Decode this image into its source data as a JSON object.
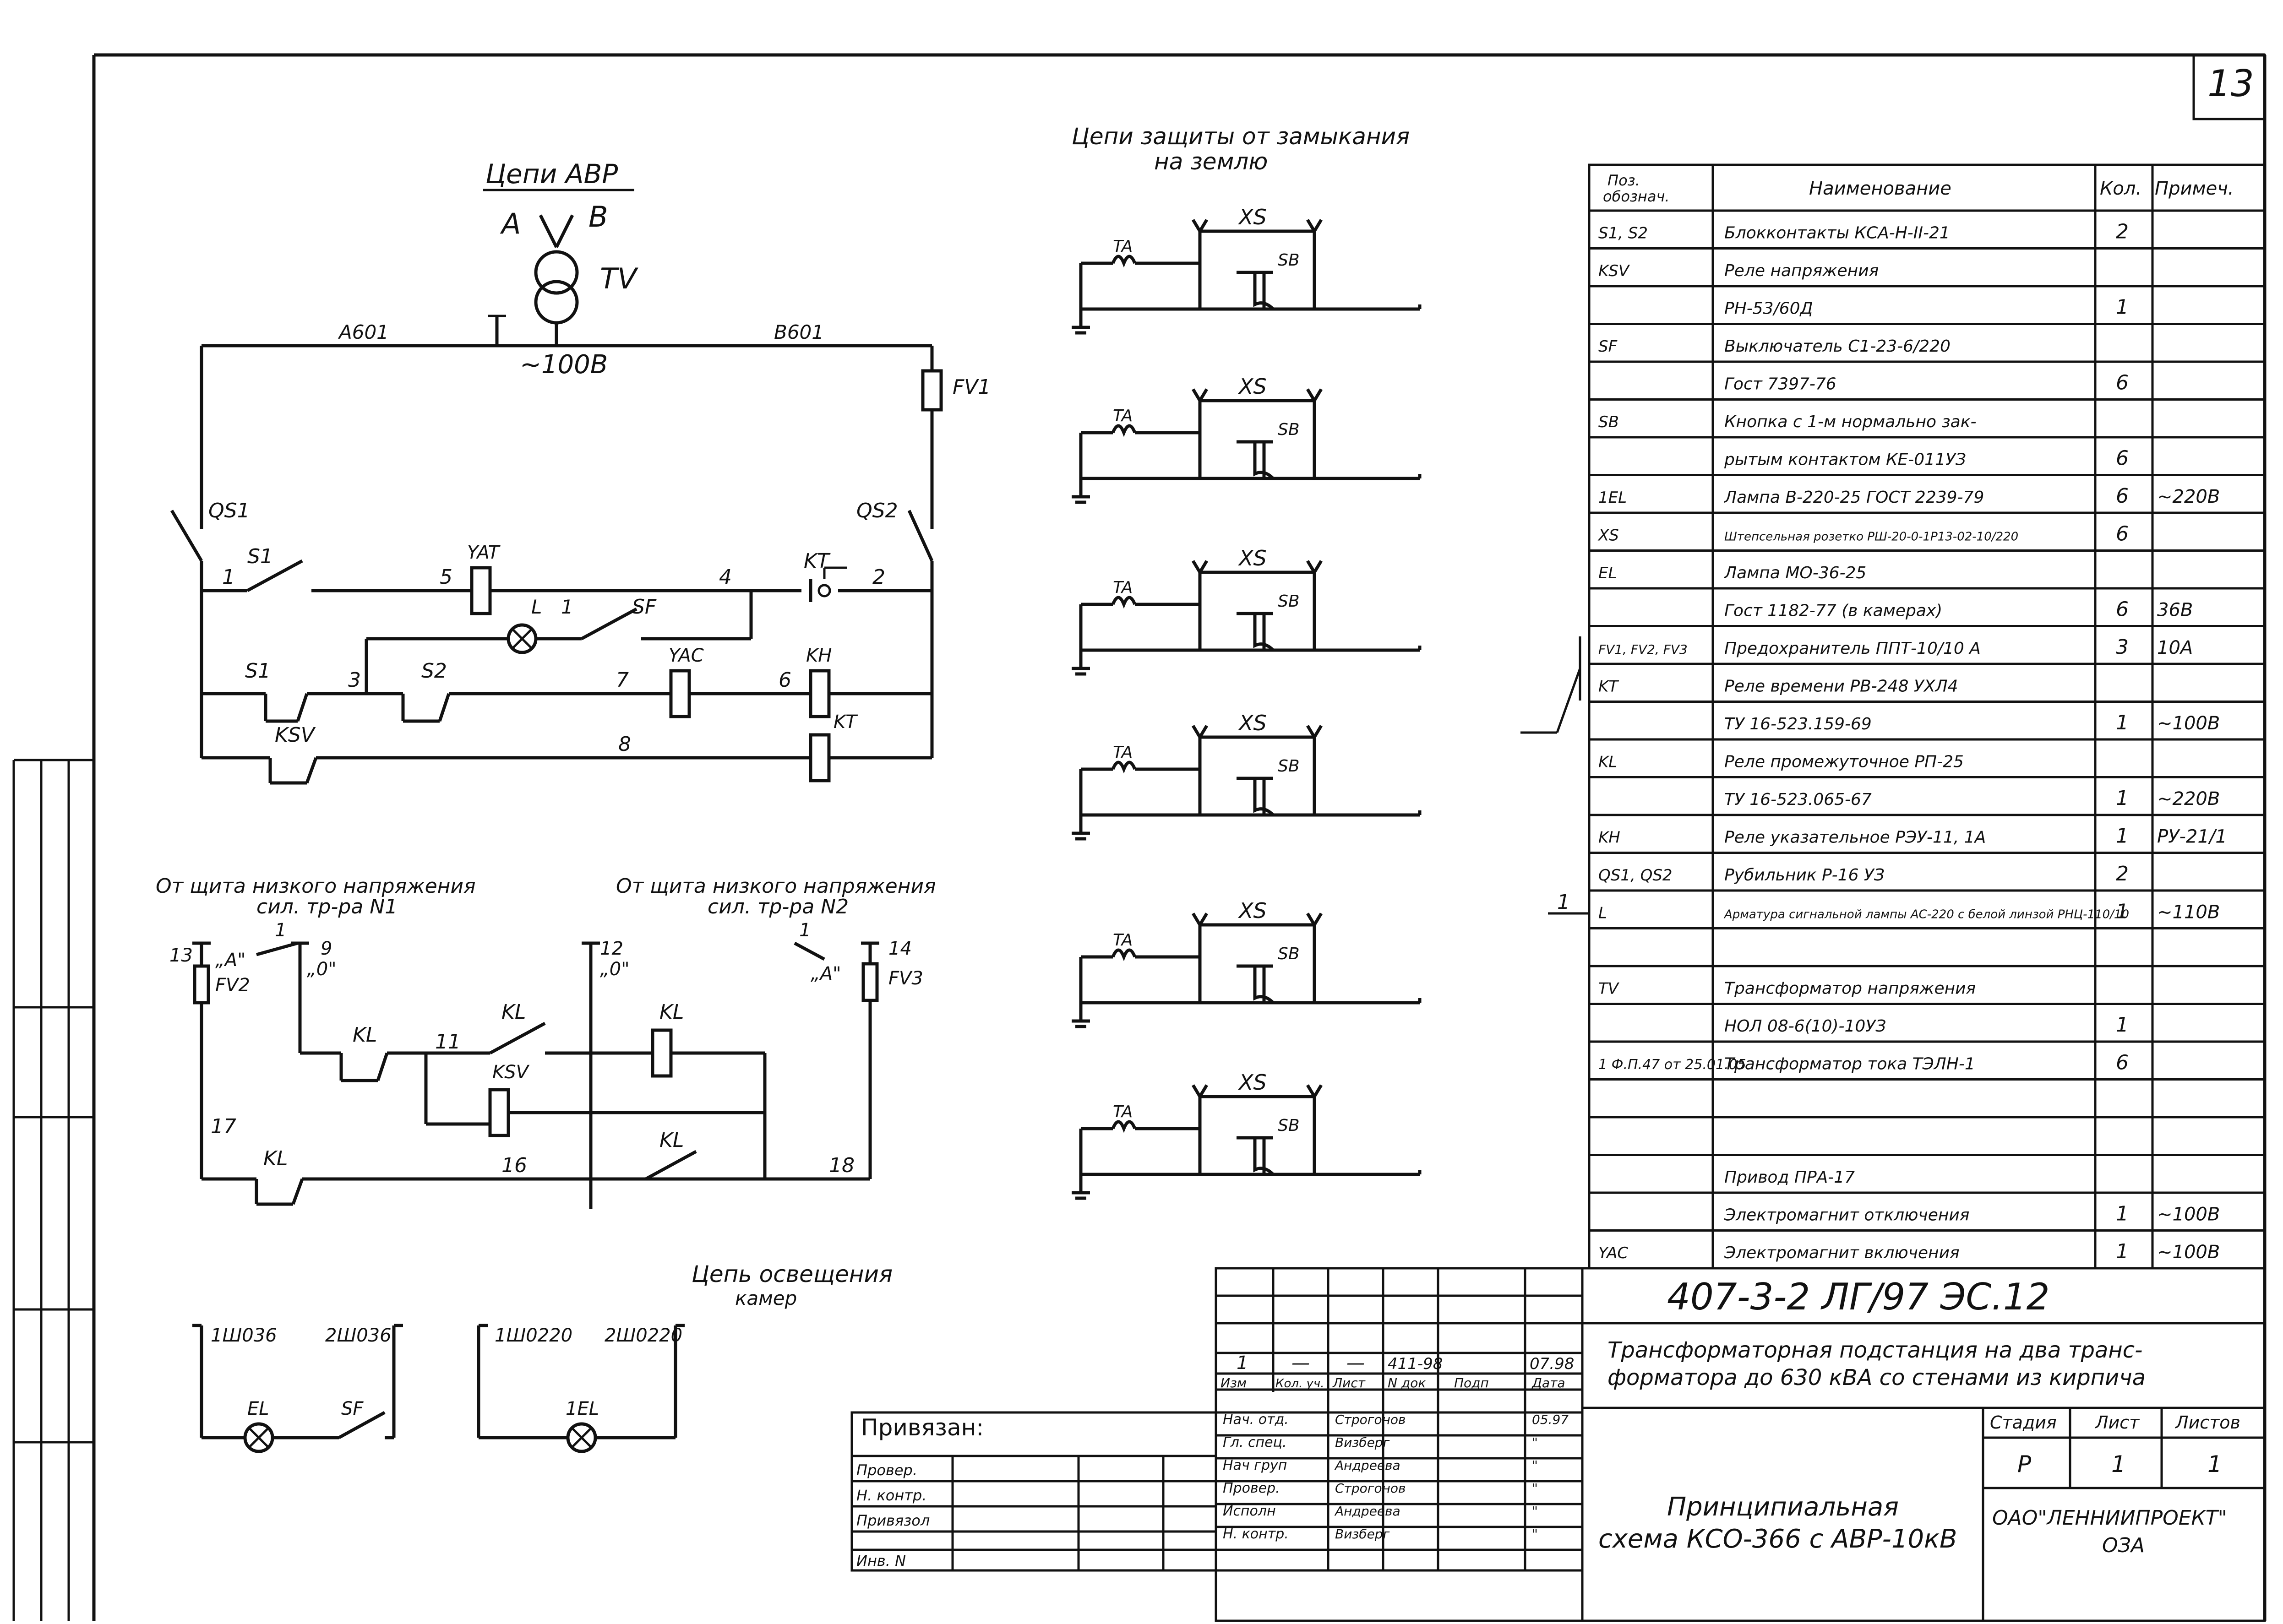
{
  "sheet_number": "13",
  "avr": {
    "title": "Цепи АВР",
    "phase_a": "А",
    "phase_b": "В",
    "tv": "TV",
    "voltage": "~100В",
    "wire_a": "А601",
    "wire_b": "В601",
    "fv1": "FV1",
    "qs1": "QS1",
    "qs2": "QS2",
    "s1_top": "S1",
    "s1_bot": "S1",
    "s2": "S2",
    "yat": "YAT",
    "yac": "YAC",
    "kt_top": "KT",
    "kt_bot": "KT",
    "kh": "KH",
    "ksv": "KSV",
    "sf": "SF",
    "lamp_l": "L",
    "n1": "1",
    "n2": "2",
    "n3": "3",
    "n4": "4",
    "n5": "5",
    "n6": "6",
    "n7": "7",
    "n8": "8",
    "note_1": "1"
  },
  "earth": {
    "title_line1": "Цепи защиты от замыкания",
    "title_line2": "на землю",
    "ta": "TA",
    "xs": "XS",
    "sb": "SB"
  },
  "low_voltage": {
    "title1_line1": "От щита низкого напряжения",
    "title1_line2": "сил. тр-ра N1",
    "title2_line1": "От щита низкого напряжения",
    "title2_line2": "сил. тр-ра N2",
    "fv2": "FV2",
    "fv3": "FV3",
    "a1": "„А\"",
    "a2": "„А\"",
    "o1": "„0\"",
    "o2": "„0\"",
    "kl1": "KL",
    "kl2": "KL",
    "kl3": "KL",
    "kl4": "KL",
    "kl5": "KL",
    "ksv": "KSV",
    "n9": "9",
    "n11": "11",
    "n12": "12",
    "n13": "13",
    "n14": "14",
    "n16": "16",
    "n17": "17",
    "n18": "18",
    "note_1a": "1",
    "note_1b": "1"
  },
  "lighting": {
    "title_line1": "Цепь освещения",
    "title_line2": "камер",
    "w1": "1Ш036",
    "w2": "2Ш036",
    "w3": "1Ш0220",
    "w4": "2Ш0220",
    "el": "EL",
    "sf": "SF",
    "iel": "1EL"
  },
  "spec_table": {
    "headers": [
      "Поз. обознач.",
      "Наименование",
      "Кол.",
      "Примеч."
    ],
    "rows": [
      [
        "S1, S2",
        "Блокконтакты КСА-Н-II-21",
        "2",
        ""
      ],
      [
        "KSV",
        "Реле напряжения",
        "",
        ""
      ],
      [
        "",
        "РН-53/60Д",
        "1",
        ""
      ],
      [
        "SF",
        "Выключатель С1-23-6/220",
        "",
        ""
      ],
      [
        "",
        "Гост 7397-76",
        "6",
        ""
      ],
      [
        "SB",
        "Кнопка с 1-м нормально зак-",
        "",
        ""
      ],
      [
        "",
        "рытым контактом КЕ-011УЗ",
        "6",
        ""
      ],
      [
        "1EL",
        "Лампа В-220-25 ГОСТ 2239-79",
        "6",
        "~220В"
      ],
      [
        "XS",
        "Штепсельная розетко РШ-20-0-1Р13-02-10/220",
        "6",
        ""
      ],
      [
        "EL",
        "Лампа МО-36-25",
        "",
        ""
      ],
      [
        "",
        "Гост 1182-77 (в камерах)",
        "6",
        "36В"
      ],
      [
        "FV1, FV2, FV3",
        "Предохранитель ППТ-10/10 А",
        "3",
        "10А"
      ],
      [
        "KT",
        "Реле времени РВ-248 УХЛ4",
        "",
        ""
      ],
      [
        "",
        "ТУ 16-523.159-69",
        "1",
        "~100В"
      ],
      [
        "KL",
        "Реле промежуточное РП-25",
        "",
        ""
      ],
      [
        "",
        "ТУ 16-523.065-67",
        "1",
        "~220В"
      ],
      [
        "KH",
        "Реле указательное РЭУ-11, 1А",
        "1",
        "РУ-21/1"
      ],
      [
        "QS1, QS2",
        "Рубильник Р-16 УЗ",
        "2",
        ""
      ],
      [
        "L",
        "Арматура сигнальной лампы АС-220 с белой линзой РНЦ-110/10",
        "1",
        "~110В"
      ],
      [
        "",
        "",
        "",
        ""
      ],
      [
        "TV",
        "Трансформатор напряжения",
        "",
        ""
      ],
      [
        "",
        "НОЛ 08-6(10)-10УЗ",
        "1",
        ""
      ],
      [
        "",
        "Трансформатор тока ТЭЛН-1",
        "6",
        ""
      ],
      [
        "",
        "",
        "",
        ""
      ],
      [
        "",
        "",
        "",
        ""
      ],
      [
        "",
        "Привод ПРА-17",
        "",
        ""
      ],
      [
        "",
        "Электромагнит отключения",
        "1",
        "~100В"
      ],
      [
        "YAC",
        "Электромагнит включения",
        "1",
        "~100В"
      ]
    ],
    "side_note": "1",
    "revision_note": "1 Ф.П.47 от 25.01.05"
  },
  "title_block": {
    "doc_code": "407-3-2 ЛГ/97   ЭС.12",
    "title_line1": "Трансформаторная подстанция на два транс-",
    "title_line2": "форматора до 630 кВА со стенами из кирпича",
    "drawing_line1": "Принципиальная",
    "drawing_line2": "схема КСО-366 с АВР-10кВ",
    "org_line1": "ОАО\"ЛЕННИИПРОЕКТ\"",
    "org_line2": "ОЗА",
    "stage_header": "Стадия",
    "sheet_header": "Лист",
    "sheets_header": "Листов",
    "stage": "Р",
    "sheet": "1",
    "sheets": "1",
    "rev_row": [
      "1",
      "—",
      "—",
      "411-98",
      "",
      "07.98"
    ],
    "col_headers": [
      "Изм",
      "Кол. уч.",
      "Лист",
      "N док",
      "Подп",
      "Дата"
    ],
    "roles": [
      [
        "Нач. отд.",
        "Строгонов",
        "05.97"
      ],
      [
        "Гл. спец.",
        "Визберг",
        "\""
      ],
      [
        "Нач груп",
        "Андреева",
        "\""
      ],
      [
        "Провер.",
        "Строгонов",
        "\""
      ],
      [
        "Исполн",
        "Андреева",
        "\""
      ],
      [
        "Н. контр.",
        "Визберг",
        "\""
      ]
    ],
    "bound_label": "Привязан:",
    "left_rows": [
      "Провер.",
      "Н. контр.",
      "Привязол",
      "Инв. N"
    ]
  }
}
